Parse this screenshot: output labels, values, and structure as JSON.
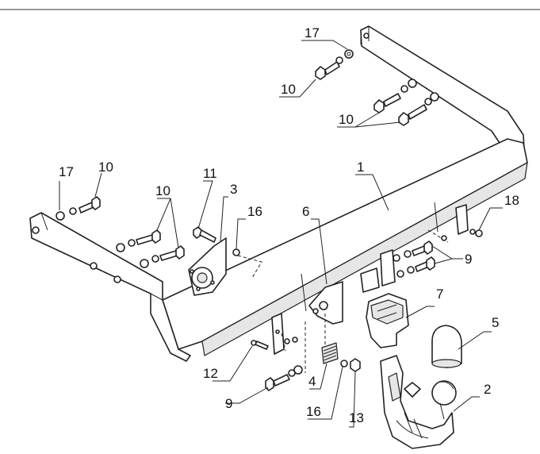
{
  "diagram": {
    "callouts": [
      {
        "id": "c-17a",
        "text": "17"
      },
      {
        "id": "c-10a",
        "text": "10"
      },
      {
        "id": "c-10b",
        "text": "10"
      },
      {
        "id": "c-17b",
        "text": "17"
      },
      {
        "id": "c-10c",
        "text": "10"
      },
      {
        "id": "c-10d",
        "text": "10"
      },
      {
        "id": "c-11",
        "text": "11"
      },
      {
        "id": "c-3",
        "text": "3"
      },
      {
        "id": "c-16a",
        "text": "16"
      },
      {
        "id": "c-6",
        "text": "6"
      },
      {
        "id": "c-1",
        "text": "1"
      },
      {
        "id": "c-18",
        "text": "18"
      },
      {
        "id": "c-9a",
        "text": "9"
      },
      {
        "id": "c-7",
        "text": "7"
      },
      {
        "id": "c-5",
        "text": "5"
      },
      {
        "id": "c-12",
        "text": "12"
      },
      {
        "id": "c-4",
        "text": "4"
      },
      {
        "id": "c-2",
        "text": "2"
      },
      {
        "id": "c-9b",
        "text": "9"
      },
      {
        "id": "c-16b",
        "text": "16"
      },
      {
        "id": "c-13",
        "text": "13"
      }
    ]
  }
}
